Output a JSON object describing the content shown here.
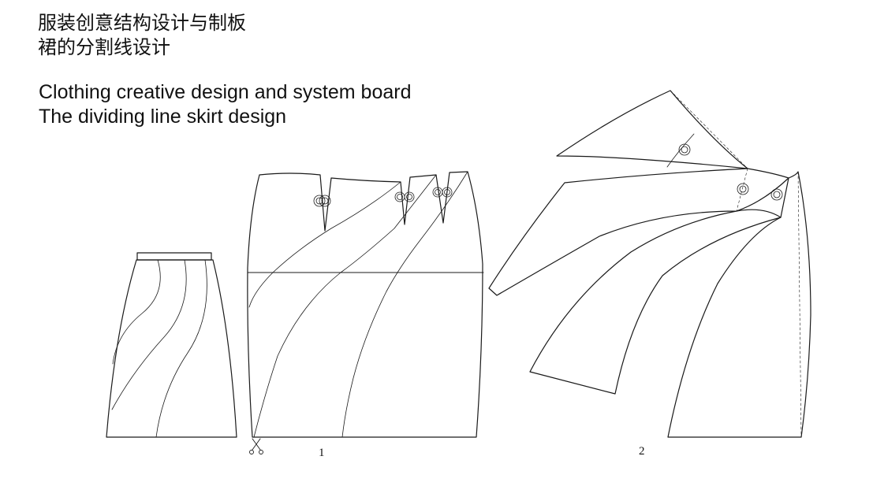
{
  "title": {
    "cn_line1": "服装创意结构设计与制板",
    "cn_line2": "裙的分割线设计",
    "en_line1": "Clothing creative design and system board",
    "en_line2": "The dividing line skirt design"
  },
  "figures": {
    "label_1": "1",
    "label_2": "2"
  },
  "colors": {
    "stroke": "#1a1a1a",
    "background": "#ffffff"
  },
  "icons": {
    "cut_mark": "scissors-icon",
    "notch_mark": "double-circle-notch-icon"
  }
}
